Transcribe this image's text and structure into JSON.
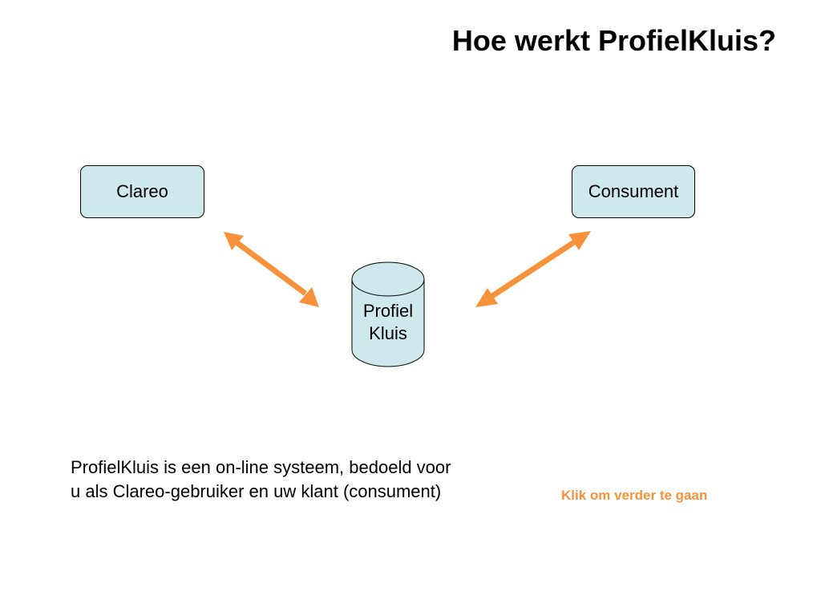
{
  "slide": {
    "title": "Hoe werkt ProfielKluis?"
  },
  "diagram": {
    "nodes": {
      "clareo": "Clareo",
      "consument": "Consument",
      "vault_line1": "Profiel",
      "vault_line2": "Kluis"
    },
    "node_fill": "#cde9ec",
    "arrow_color": "#f7923a"
  },
  "description": {
    "line1": "ProfielKluis is een on-line systeem, bedoeld voor",
    "line2": "u als Clareo-gebruiker en uw klant (consument)"
  },
  "navigation": {
    "continue_label": "Klik om verder te gaan"
  }
}
